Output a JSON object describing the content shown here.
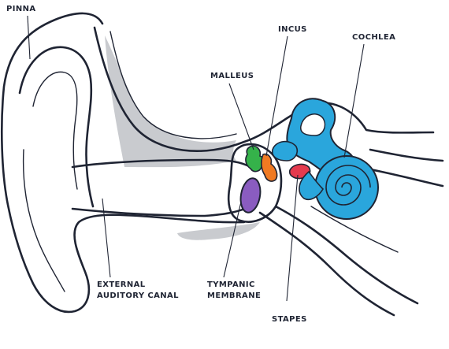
{
  "labels": {
    "pinna": "PINNA",
    "incus": "INCUS",
    "cochlea": "COCHLEA",
    "malleus": "MALLEUS",
    "canal_line1": "EXTERNAL",
    "canal_line2": "AUDITORY CANAL",
    "tympanic_line1": "TYMPANIC",
    "tympanic_line2": "MEMBRANE",
    "stapes": "STAPES"
  },
  "colors": {
    "outline": "#1f2433",
    "bone_gray": "#c9cbcf",
    "cochlea_blue": "#2aa6dc",
    "malleus_green": "#35b24a",
    "incus_orange": "#f07a22",
    "stapes_red": "#e53a4e",
    "tympanic_purple": "#8a5cc0"
  }
}
